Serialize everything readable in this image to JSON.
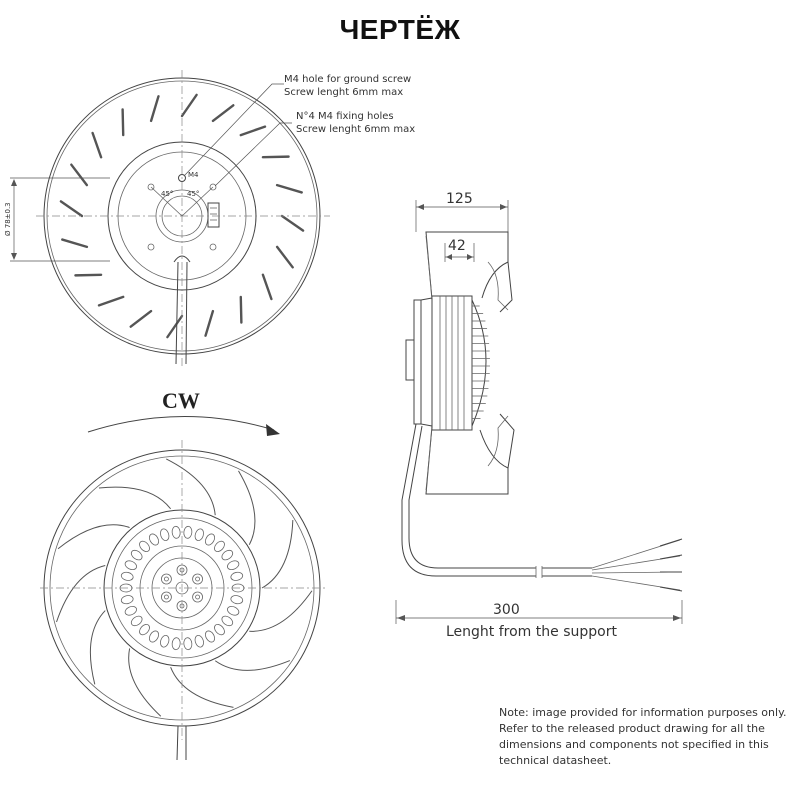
{
  "title": "ЧЕРТЁЖ",
  "callouts": {
    "ground_line1": "M4 hole for ground screw",
    "ground_line2": "Screw lenght 6mm max",
    "fixing_line1": "N°4 M4 fixing holes",
    "fixing_line2": "Screw lenght 6mm max"
  },
  "front_view": {
    "m4_label": "M4",
    "angle_left": "45°",
    "angle_right": "45°",
    "diameter_label": "Ø 78±0.3"
  },
  "rotation_label": "CW",
  "side_view": {
    "dim_width": "125",
    "dim_hub": "42",
    "dim_cable": "300",
    "cable_caption": "Lenght from the support"
  },
  "note_lines": [
    "Note: image provided for information purposes only.",
    "Refer to the released product drawing for all the",
    "dimensions  and components not specified in this",
    "technical datasheet."
  ],
  "colors": {
    "line": "#444444",
    "text": "#111111"
  }
}
